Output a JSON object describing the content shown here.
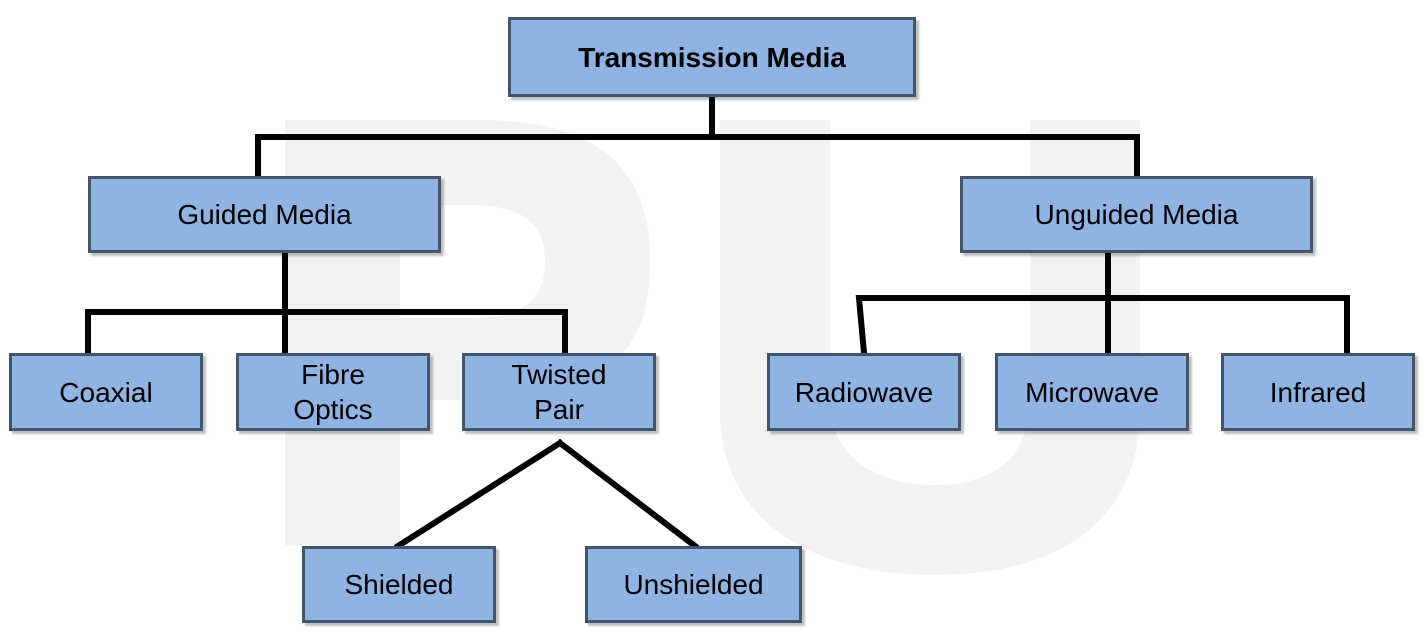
{
  "diagram": {
    "watermark_text": "PU",
    "colors": {
      "node_fill": "#8eb4e3",
      "node_border": "#44546a",
      "connector": "#000000",
      "watermark": "#f2f2f2"
    },
    "nodes": {
      "root": "Transmission Media",
      "guided": "Guided Media",
      "unguided": "Unguided Media",
      "coaxial": "Coaxial",
      "fibre": "Fibre\nOptics",
      "twisted": "Twisted\nPair",
      "radiowave": "Radiowave",
      "microwave": "Microwave",
      "infrared": "Infrared",
      "shielded": "Shielded",
      "unshielded": "Unshielded"
    }
  }
}
